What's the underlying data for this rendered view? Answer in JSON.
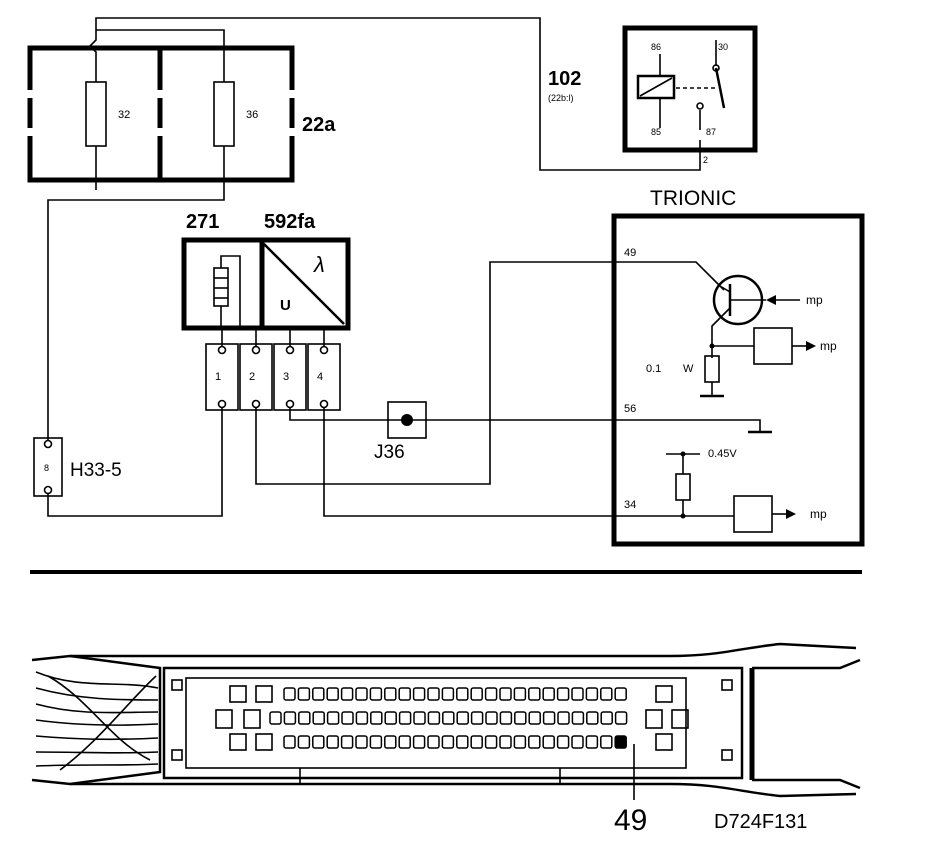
{
  "fuse_box": {
    "id": "22a",
    "fuses": [
      "32",
      "36"
    ]
  },
  "relay": {
    "id": "102",
    "subtitle": "(22b:l)",
    "terminals": {
      "t86": "86",
      "t30": "30",
      "t85": "85",
      "t87": "87",
      "pin": "2"
    }
  },
  "sensor": {
    "id_left": "271",
    "id_right": "592fa",
    "u_label": "U",
    "pins": [
      "1",
      "2",
      "3",
      "4"
    ]
  },
  "connector_h": {
    "id": "H33-5",
    "pin": "8"
  },
  "junction": {
    "id": "J36"
  },
  "ecu": {
    "title": "TRIONIC",
    "pins": {
      "p49": "49",
      "p56": "56",
      "p34": "34"
    },
    "resistor_value": "0.1",
    "resistor_unit": "W",
    "voltage": "0.45V",
    "mp_labels": [
      "mp",
      "mp",
      "mp"
    ]
  },
  "connector_view": {
    "highlight_pin": "49",
    "figure_code": "D724F131"
  }
}
